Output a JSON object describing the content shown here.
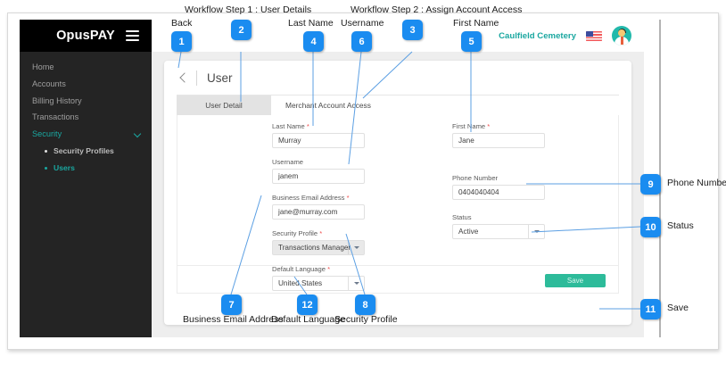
{
  "app": {
    "brand": "OpusPAY",
    "menu_icon": "hamburger-icon",
    "sidebar": {
      "items": [
        {
          "label": "Home",
          "active": false
        },
        {
          "label": "Accounts",
          "active": false
        },
        {
          "label": "Billing History",
          "active": false
        },
        {
          "label": "Transactions",
          "active": false
        },
        {
          "label": "Security",
          "active": true
        }
      ],
      "subitems": [
        {
          "label": "Security Profiles",
          "active": false
        },
        {
          "label": "Users",
          "active": true
        }
      ]
    },
    "topbar": {
      "merchant": "Caulfield Cemetery",
      "flag_icon": "us-flag-icon",
      "avatar_icon": "user-avatar-icon"
    },
    "page": {
      "back_icon": "back-chevron-icon",
      "title": "User",
      "tabs": [
        {
          "label": "User Detail",
          "selected": true
        },
        {
          "label": "Merchant Account Access",
          "selected": false
        }
      ]
    },
    "form": {
      "last_name": {
        "label": "Last Name",
        "required": true,
        "value": "Murray"
      },
      "first_name": {
        "label": "First Name",
        "required": true,
        "value": "Jane"
      },
      "username": {
        "label": "Username",
        "required": false,
        "value": "janem"
      },
      "business_email": {
        "label": "Business Email Address",
        "required": true,
        "value": "jane@murray.com"
      },
      "phone_number": {
        "label": "Phone Number",
        "required": false,
        "value": "0404040404"
      },
      "security_profile": {
        "label": "Security Profile",
        "required": true,
        "value": "Transactions Manager",
        "disabled": true
      },
      "status": {
        "label": "Status",
        "required": false,
        "value": "Active"
      },
      "default_language": {
        "label": "Default Language",
        "required": true,
        "value": "United States"
      }
    },
    "save_button": "Save"
  },
  "annotations": {
    "headings": [
      {
        "text": "Workflow Step 1 : User Details"
      },
      {
        "text": "Workflow Step 2 : Assign Account Access"
      }
    ],
    "callouts": [
      {
        "num": "1",
        "label": "Back"
      },
      {
        "num": "2",
        "label": "Workflow Step 1 : User Details"
      },
      {
        "num": "3",
        "label": "Workflow Step 2 : Assign Account Access"
      },
      {
        "num": "4",
        "label": "Last Name"
      },
      {
        "num": "5",
        "label": "First Name"
      },
      {
        "num": "6",
        "label": "Username"
      },
      {
        "num": "7",
        "label": "Business Email Address"
      },
      {
        "num": "8",
        "label": "Security Profile"
      },
      {
        "num": "9",
        "label": "Phone Number"
      },
      {
        "num": "10",
        "label": "Status"
      },
      {
        "num": "11",
        "label": "Save"
      },
      {
        "num": "12",
        "label": "Default Language"
      }
    ]
  },
  "colors": {
    "accent_blue": "#1a8cf0",
    "teal": "#1aa7a0",
    "save_green": "#2dbb9a",
    "sidebar_dark": "#242424",
    "required_red": "#ef4b4b"
  }
}
